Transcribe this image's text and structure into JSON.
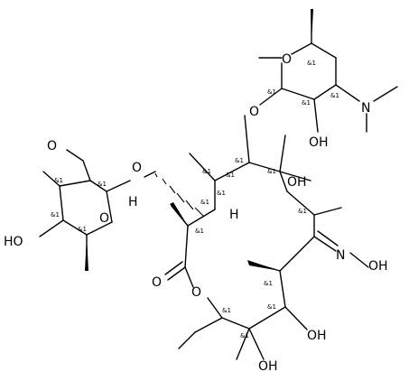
{
  "atom_labels": {
    "ring_o_top": "O",
    "n_dimethyl": "N",
    "glyc_o_top": "O",
    "oh_top": "OH",
    "oh_c6": "OH",
    "methoxy_o": "O",
    "glyc_o_left": "O",
    "h_anomeric": "H",
    "ring_o_left": "O",
    "oh_left": "HO",
    "h_c4": "H",
    "oxime_n": "N",
    "oxime_oh": "OH",
    "carbonyl_o": "O",
    "lactone_o": "O",
    "oh_c11": "OH",
    "oh_c12": "OH"
  },
  "stereo_marks": {
    "s1": "&1",
    "s2": "&1",
    "s3": "&1",
    "s4": "&1",
    "s5": "&1",
    "s6": "&1",
    "s7": "&1",
    "s8": "&1",
    "s9": "&1",
    "s10": "&1",
    "s11": "&1",
    "s12": "&1",
    "s13": "&1",
    "s14": "&1",
    "s15": "&1",
    "s16": "&1",
    "s17": "&1",
    "s18": "&1",
    "s19": "&1",
    "s20": "&1"
  }
}
